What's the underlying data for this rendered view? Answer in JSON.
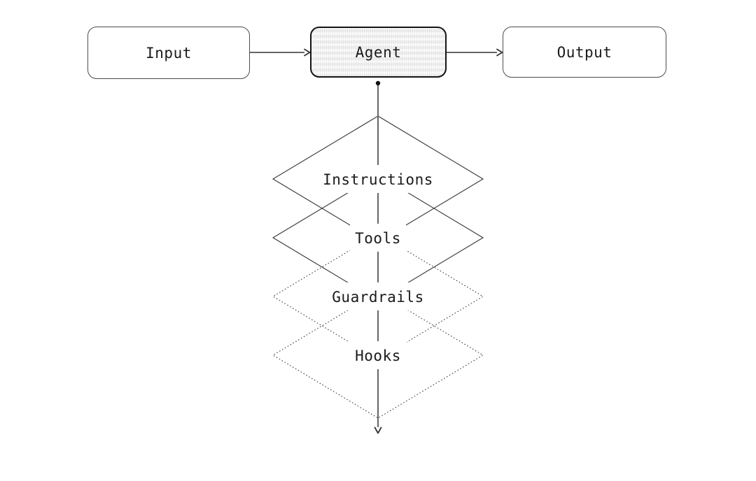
{
  "flow": {
    "input": {
      "label": "Input"
    },
    "agent": {
      "label": "Agent"
    },
    "output": {
      "label": "Output"
    }
  },
  "layers": [
    {
      "label": "Instructions",
      "border_style": "solid"
    },
    {
      "label": "Tools",
      "border_style": "solid"
    },
    {
      "label": "Guardrails",
      "border_style": "dotted"
    },
    {
      "label": "Hooks",
      "border_style": "dotted"
    }
  ],
  "colors": {
    "background": "#ffffff",
    "connector_gray": "#666666",
    "shape_stroke": "#333333",
    "io_box_border": "#4d4d4d",
    "agent_box_border": "#141414",
    "agent_box_fill": "#efefef",
    "text": "#1a1a1a"
  }
}
